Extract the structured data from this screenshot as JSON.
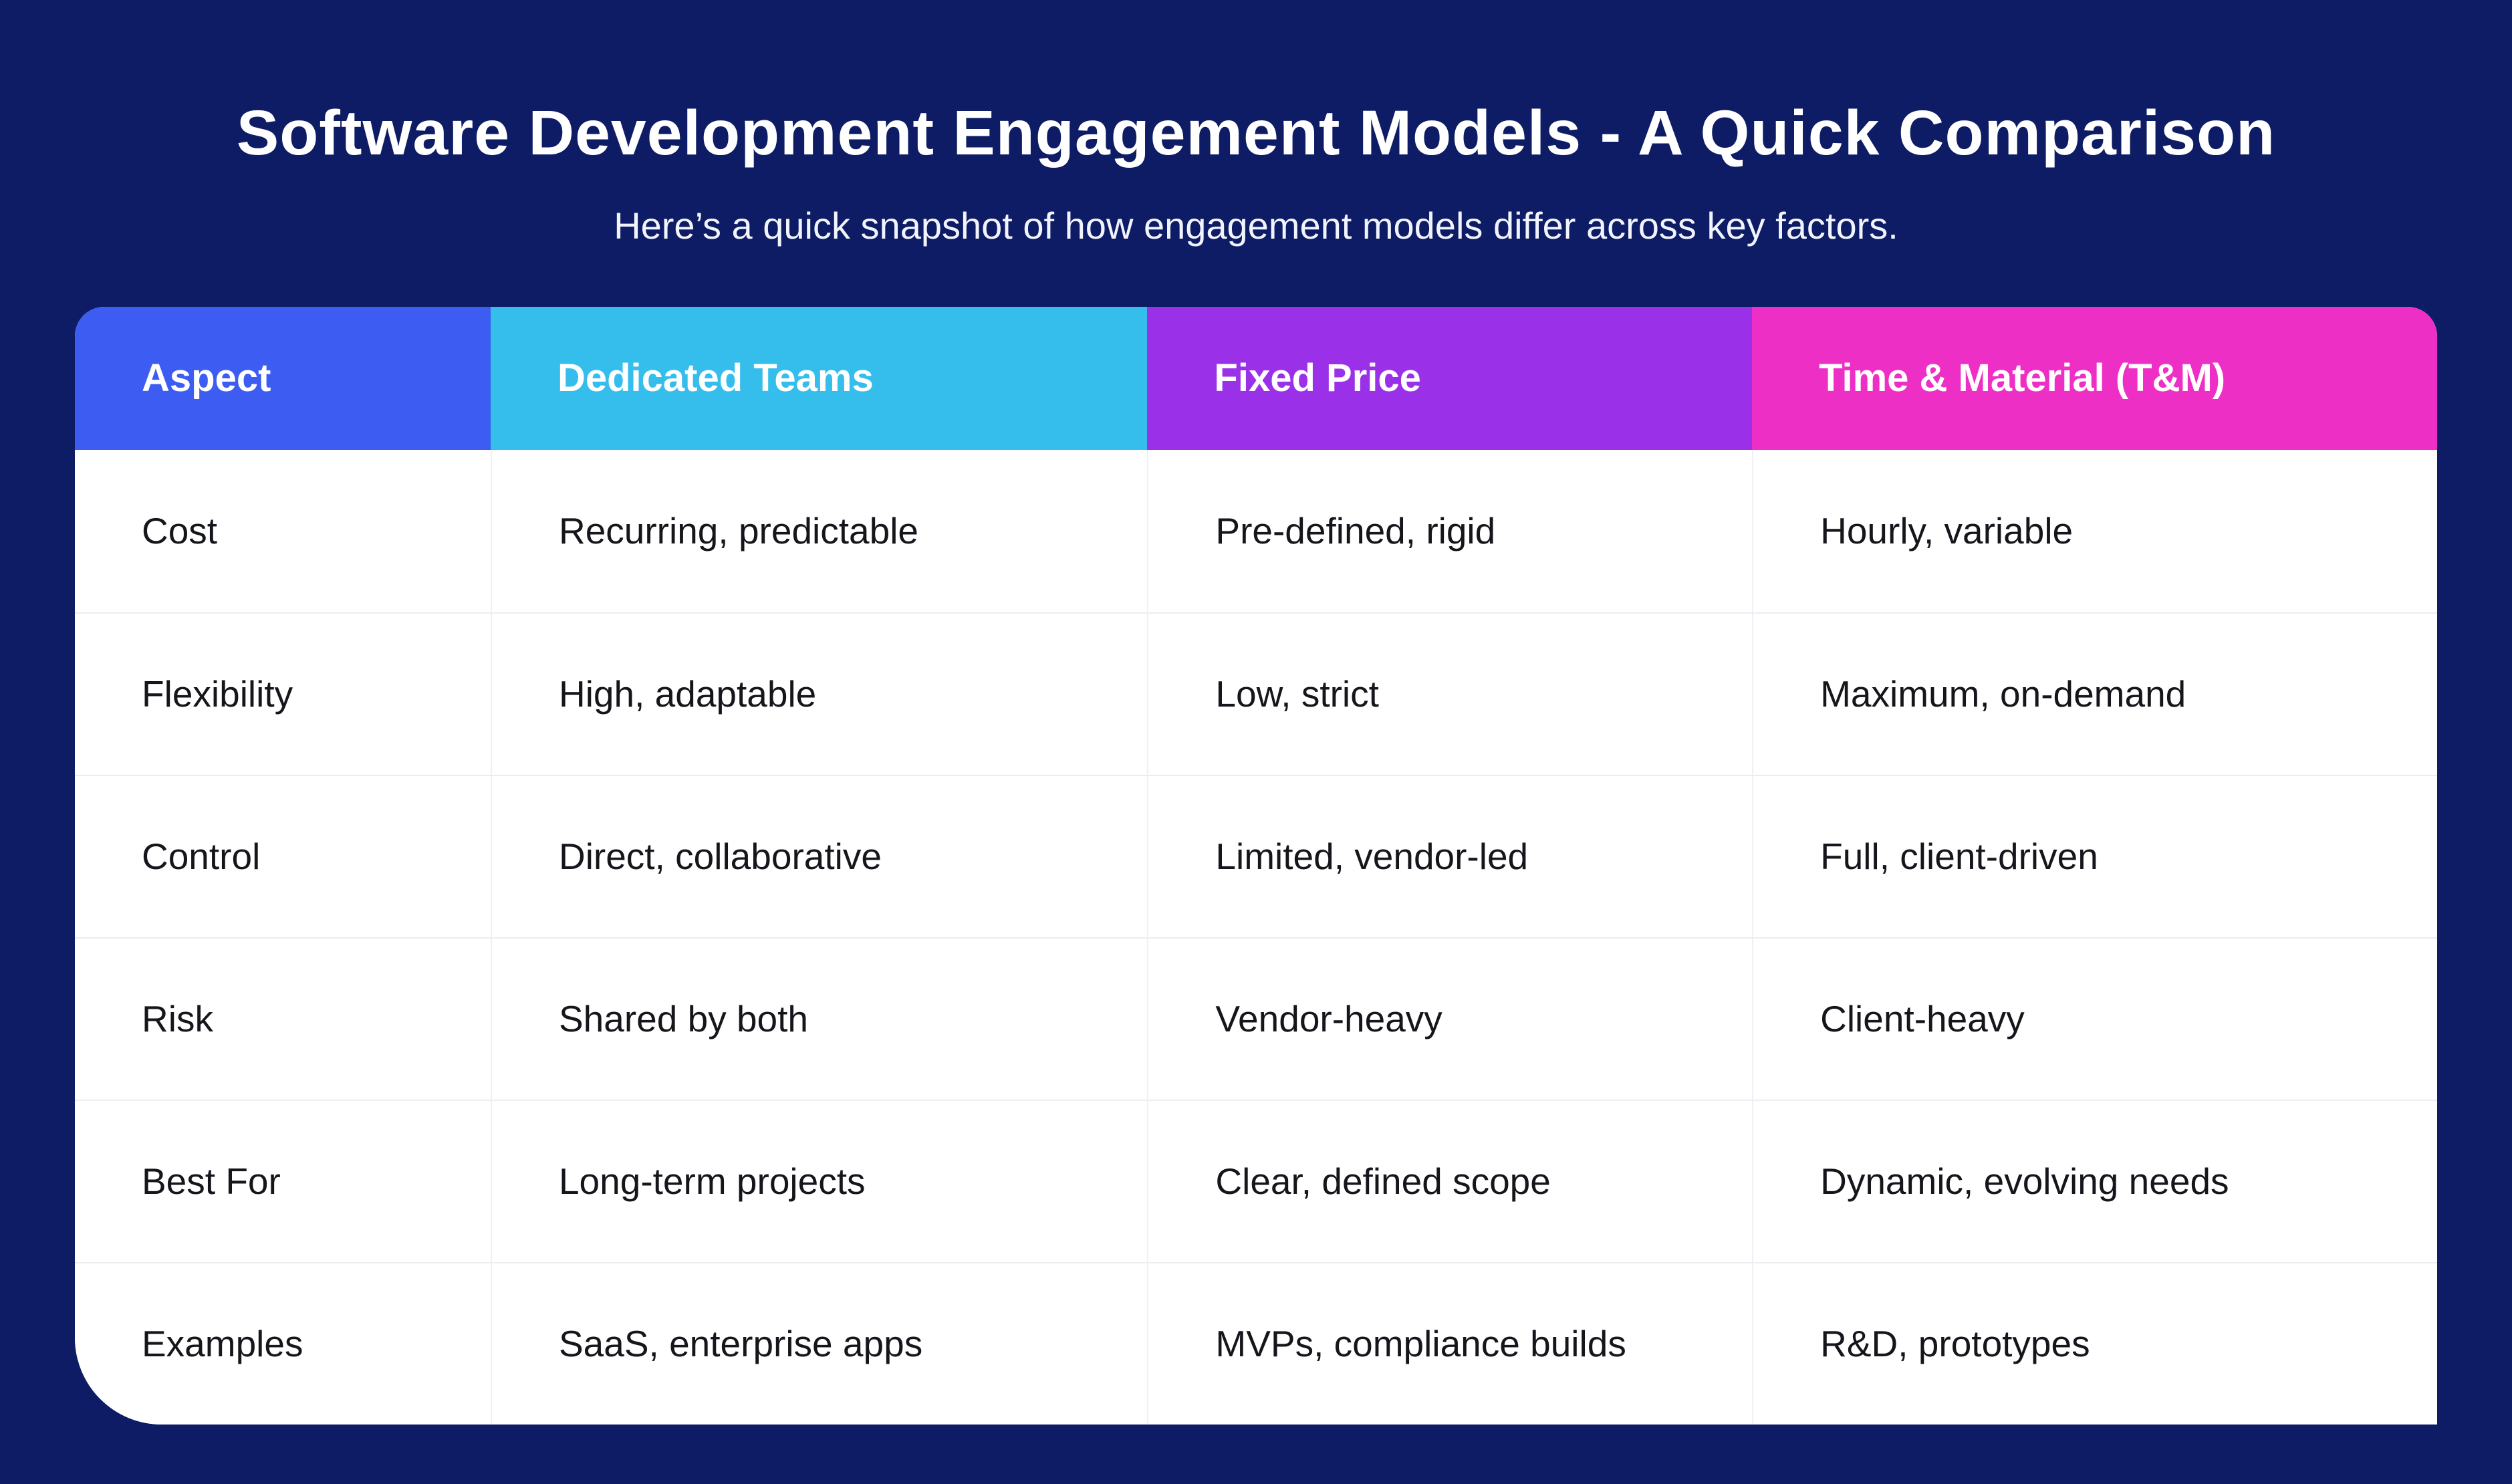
{
  "chart_data": {
    "type": "table",
    "title": "Software Development Engagement Models - A Quick Comparison",
    "subtitle": "Here’s a quick snapshot of how engagement models differ across key factors.",
    "columns": [
      "Aspect",
      "Dedicated Teams",
      "Fixed Price",
      "Time & Material (T&M)"
    ],
    "rows": [
      [
        "Cost",
        "Recurring, predictable",
        "Pre-defined, rigid",
        "Hourly, variable"
      ],
      [
        "Flexibility",
        "High, adaptable",
        "Low, strict",
        "Maximum, on-demand"
      ],
      [
        "Control",
        "Direct, collaborative",
        "Limited, vendor-led",
        "Full, client-driven"
      ],
      [
        "Risk",
        "Shared by both",
        "Vendor-heavy",
        "Client-heavy"
      ],
      [
        "Best For",
        "Long-term projects",
        "Clear, defined scope",
        "Dynamic, evolving needs"
      ],
      [
        "Examples",
        "SaaS, enterprise apps",
        "MVPs, compliance builds",
        "R&D, prototypes"
      ]
    ],
    "layout": {
      "background": "#0D1C64",
      "body_background": "#FFFFFF",
      "row_divider": "#ECECF2",
      "header_colors": [
        "#3D5CF2",
        "#35BEEC",
        "#9B30E9",
        "#ED2FC6"
      ],
      "legend": "none",
      "grid": "light row and column dividers"
    }
  }
}
